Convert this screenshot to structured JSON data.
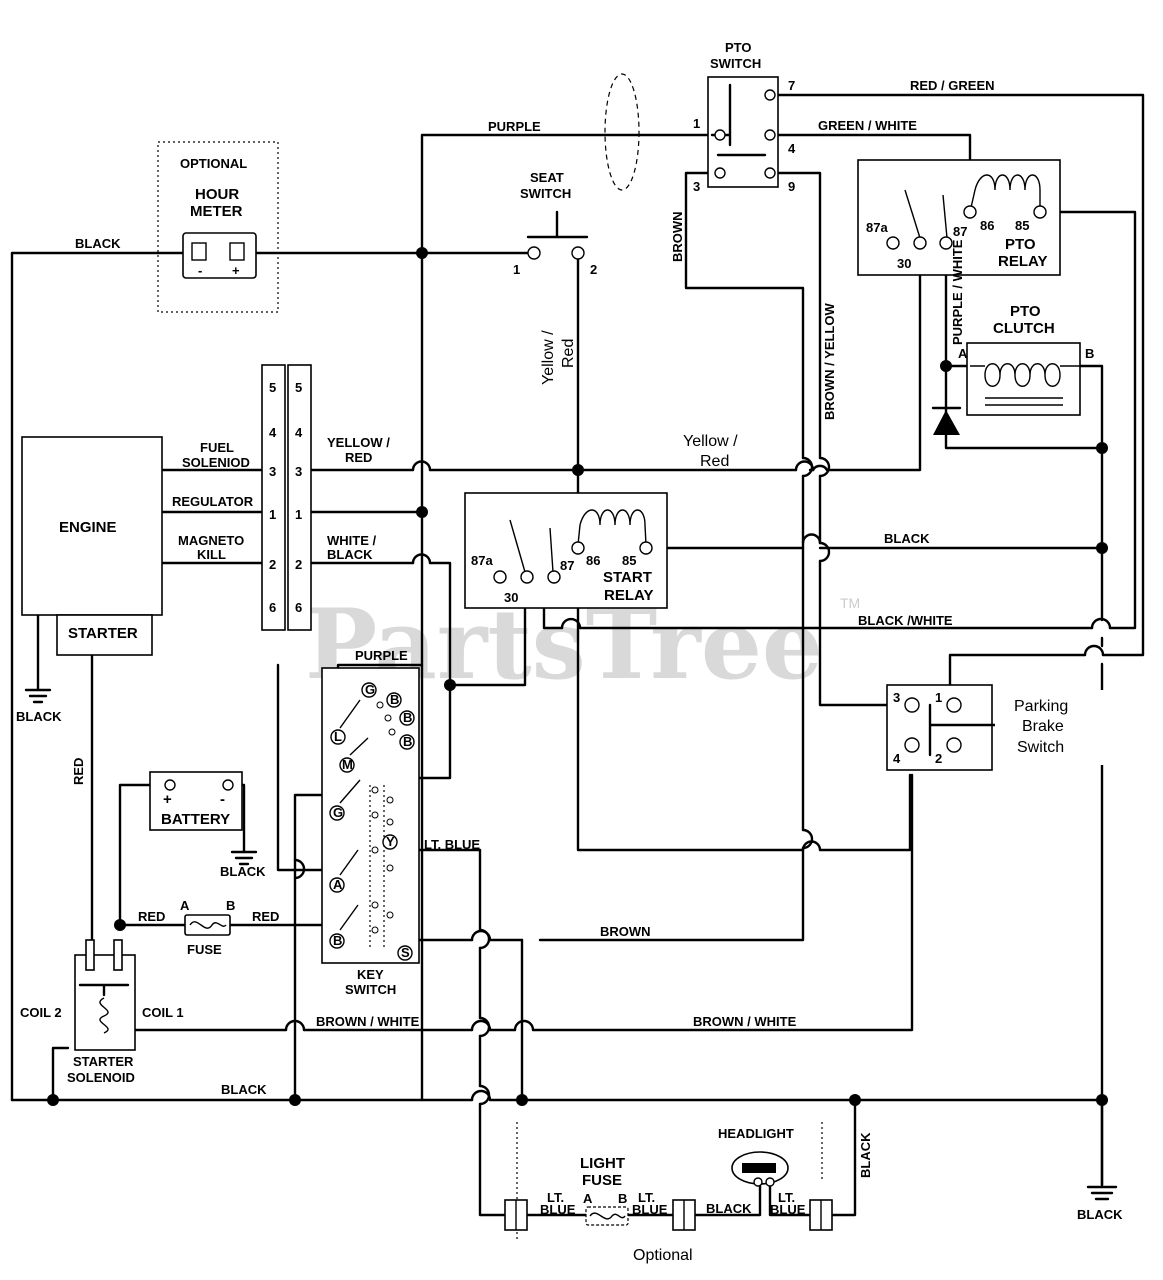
{
  "watermark": {
    "text": "PartsTree",
    "tm": "TM"
  },
  "hour_meter": {
    "optional": "OPTIONAL",
    "title1": "HOUR",
    "title2": "METER",
    "minus": "-",
    "plus": "+"
  },
  "pto_switch": {
    "title1": "PTO",
    "title2": "SWITCH",
    "t1": "1",
    "t3": "3",
    "t4": "4",
    "t7": "7",
    "t9": "9"
  },
  "seat_switch": {
    "title1": "SEAT",
    "title2": "SWITCH",
    "t1": "1",
    "t2": "2"
  },
  "pto_relay": {
    "title1": "PTO",
    "title2": "RELAY",
    "t87a": "87a",
    "t30": "30",
    "t87": "87",
    "t86": "86",
    "t85": "85"
  },
  "pto_clutch": {
    "title1": "PTO",
    "title2": "CLUTCH",
    "a": "A",
    "b": "B"
  },
  "start_relay": {
    "title1": "START",
    "title2": "RELAY",
    "t87a": "87a",
    "t30": "30",
    "t87": "87",
    "t86": "86",
    "t85": "85"
  },
  "engine": {
    "title": "ENGINE",
    "starter": "STARTER",
    "fuel1": "FUEL",
    "fuel2": "SOLENIOD",
    "regulator": "REGULATOR",
    "magneto1": "MAGNETO",
    "magneto2": "KILL"
  },
  "connector": {
    "pins": [
      "5",
      "4",
      "3",
      "1",
      "2",
      "6"
    ]
  },
  "battery": {
    "title": "BATTERY",
    "plus": "+",
    "minus": "-"
  },
  "fuse": {
    "title": "FUSE",
    "a": "A",
    "b": "B"
  },
  "key_switch": {
    "title1": "KEY",
    "title2": "SWITCH",
    "pins": [
      "G",
      "B",
      "B",
      "L",
      "B",
      "M",
      "G",
      "Y",
      "A",
      "B",
      "S"
    ]
  },
  "starter_solenoid": {
    "title1": "STARTER",
    "title2": "SOLENOID",
    "coil1": "COIL 1",
    "coil2": "COIL 2"
  },
  "parking_brake": {
    "line1": "Parking",
    "line2": "Brake",
    "line3": "Switch",
    "t1": "1",
    "t2": "2",
    "t3": "3",
    "t4": "4"
  },
  "light_section": {
    "headlight": "HEADLIGHT",
    "fuse1": "LIGHT",
    "fuse2": "FUSE",
    "a": "A",
    "b": "B",
    "optional": "Optional"
  },
  "wire_labels": {
    "black_top": "BLACK",
    "purple_top": "PURPLE",
    "red_green": "RED / GREEN",
    "green_white": "GREEN / WHITE",
    "brown_vert": "BROWN",
    "brown_yellow": "BROWN / YELLOW",
    "purple_white": "PURPLE / WHITE",
    "yellow_red_v1": "Yellow /",
    "yellow_red_v2": "Red",
    "yellow_red_c1": "YELLOW /",
    "yellow_red_c2": "RED",
    "yellow_red_m1": "Yellow /",
    "yellow_red_m2": "Red",
    "white_black1": "WHITE /",
    "white_black2": "BLACK",
    "black_mid": "BLACK",
    "black_white": "BLACK /WHITE",
    "purple_mid": "PURPLE",
    "black_gnd1": "BLACK",
    "red_vert": "RED",
    "black_batt": "BLACK",
    "lt_blue": "LT. BLUE",
    "red1": "RED",
    "red2": "RED",
    "brown_low": "BROWN",
    "brown_white1": "BROWN / WHITE",
    "brown_white2": "BROWN / WHITE",
    "black_bottom": "BLACK",
    "black_right_vert": "BLACK",
    "black_gnd2": "BLACK",
    "lt1a": "LT.",
    "lt1b": "BLUE",
    "lt2a": "LT.",
    "lt2b": "BLUE",
    "lt3a": "LT.",
    "lt3b": "BLUE",
    "black_head": "BLACK"
  }
}
